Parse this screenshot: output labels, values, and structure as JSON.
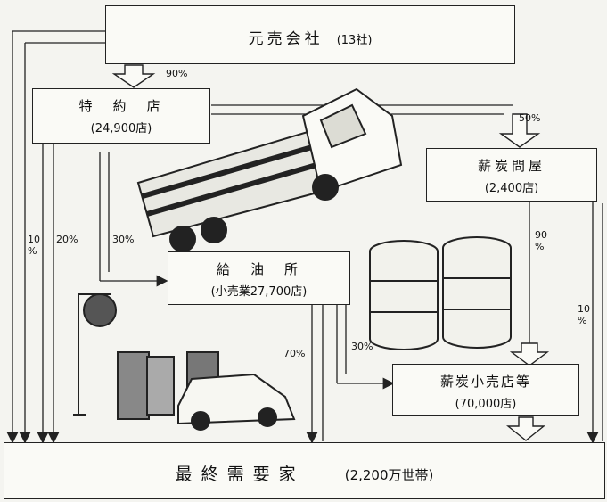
{
  "boxes": {
    "motouri": {
      "name": "元売会社",
      "count": "(13社)"
    },
    "tokuyaku": {
      "name": "特　約　店",
      "count": "(24,900店)"
    },
    "shintan_ton": {
      "name": "薪炭問屋",
      "count": "(2,400店)"
    },
    "kyuyu": {
      "name": "給　油　所",
      "count": "(小売業27,700店)"
    },
    "shintan_kouri": {
      "name": "薪炭小売店等",
      "count": "(70,000店)"
    },
    "saishu": {
      "name": "最終需要家",
      "count": "(2,200万世帯)"
    }
  },
  "percentages": {
    "p90_top": "90%",
    "p50": "50%",
    "p10_left": "10\n%",
    "p20": "20%",
    "p30_left": "30%",
    "p90_right": "90\n%",
    "p10_right": "10\n%",
    "p70": "70%",
    "p30_mid": "30%"
  }
}
